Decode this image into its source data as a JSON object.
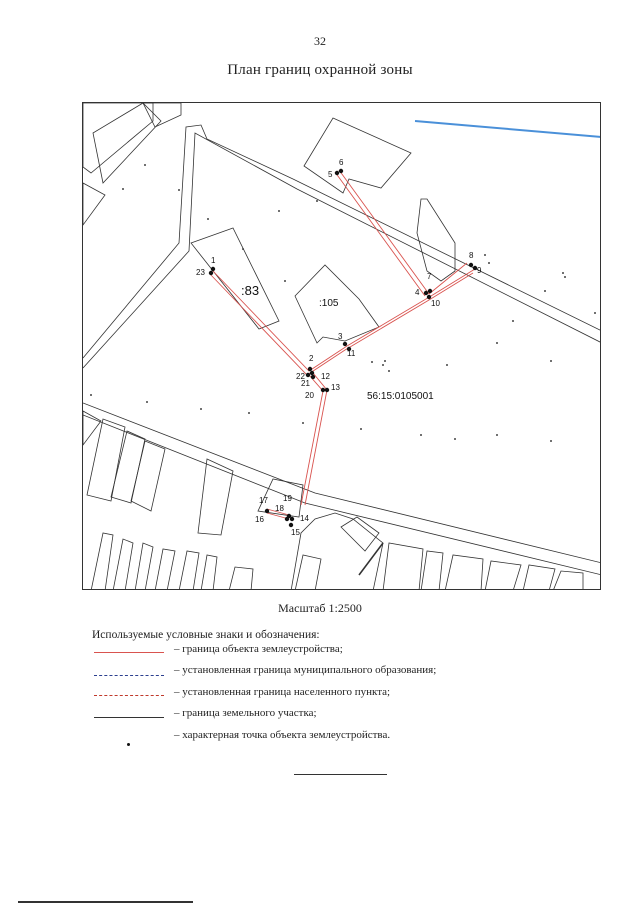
{
  "page": {
    "number": "32",
    "title": "План границ охранной зоны"
  },
  "map": {
    "parcel_labels": {
      "parcel_83": ":83",
      "parcel_105": ":105",
      "cadastral_block": "56:15:0105001"
    },
    "points": [
      "1",
      "2",
      "3",
      "4",
      "5",
      "6",
      "7",
      "8",
      "9",
      "10",
      "11",
      "12",
      "13",
      "14",
      "15",
      "16",
      "17",
      "18",
      "19",
      "20",
      "21",
      "22",
      "23"
    ],
    "colors": {
      "object_boundary": "#d9534f",
      "river": "#4a90d9",
      "parcel_boundary": "#333333",
      "municipal_boundary": "#2b3f8f",
      "settlement_boundary": "#c0392b"
    }
  },
  "scale": "Масштаб 1:2500",
  "legend": {
    "heading": "Используемые условные знаки и обозначения:",
    "items": [
      {
        "text": "– граница объекта землеустройства;"
      },
      {
        "text": "– установленная граница муниципального образования;"
      },
      {
        "text": "– установленная граница населенного пункта;"
      },
      {
        "text": "– граница земельного участка;"
      },
      {
        "text": "– характерная точка объекта землеустройства."
      }
    ]
  }
}
